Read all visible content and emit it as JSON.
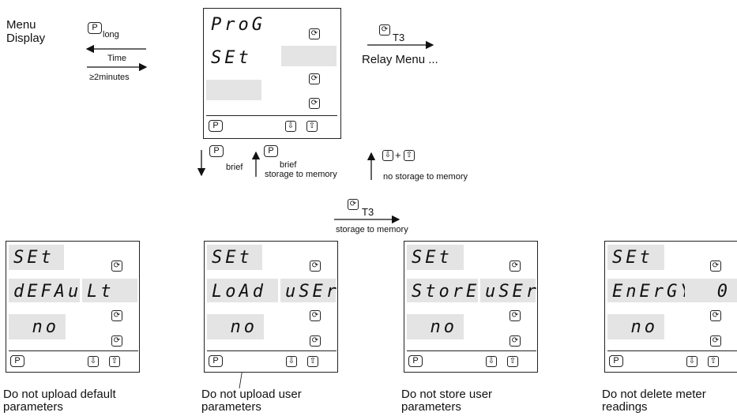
{
  "menu_display": {
    "line1": "Menu",
    "line2": "Display"
  },
  "timeout": {
    "key": "P",
    "key_suffix": "long",
    "time_label": "Time",
    "minutes_label": "≥2minutes"
  },
  "relay": {
    "t3_label": "T3",
    "relay_menu_label": "Relay Menu ..."
  },
  "main_panel": {
    "row1": "ProG",
    "row2": "SEt",
    "p_key": "P"
  },
  "transitions": {
    "brief_key": "P",
    "brief_suffix": "brief",
    "brief_store_key": "P",
    "brief_store_suffix": "brief",
    "storage_to_memory": "storage to memory",
    "combo_plus": "+",
    "no_storage": "no storage to memory",
    "t3_label": "T3",
    "t3_storage": "storage to memory"
  },
  "panels": [
    {
      "row1": "SEt",
      "row2a": "dEFAu",
      "row2b": "Lt",
      "row3": "no",
      "p_key": "P",
      "caption1": "Do not upload default",
      "caption2": "parameters"
    },
    {
      "row1": "SEt",
      "row2a": "LoAd",
      "row2b": "uSEr",
      "row3": "no",
      "p_key": "P",
      "caption1": "Do not upload user",
      "caption2": "parameters"
    },
    {
      "row1": "SEt",
      "row2a": "StorE",
      "row2b": "uSEr",
      "row3": "no",
      "p_key": "P",
      "caption1": "Do not store user",
      "caption2": "parameters"
    },
    {
      "row1": "SEt",
      "row2a": "EnErGY",
      "row2b": "0",
      "row3": "no",
      "p_key": "P",
      "caption1": "Do not delete meter",
      "caption2": "readings"
    }
  ],
  "icons": {
    "cycle_key": "cycle-key-icon",
    "down_key": "down-arrow-key-icon",
    "up_key": "up-arrow-key-icon"
  }
}
